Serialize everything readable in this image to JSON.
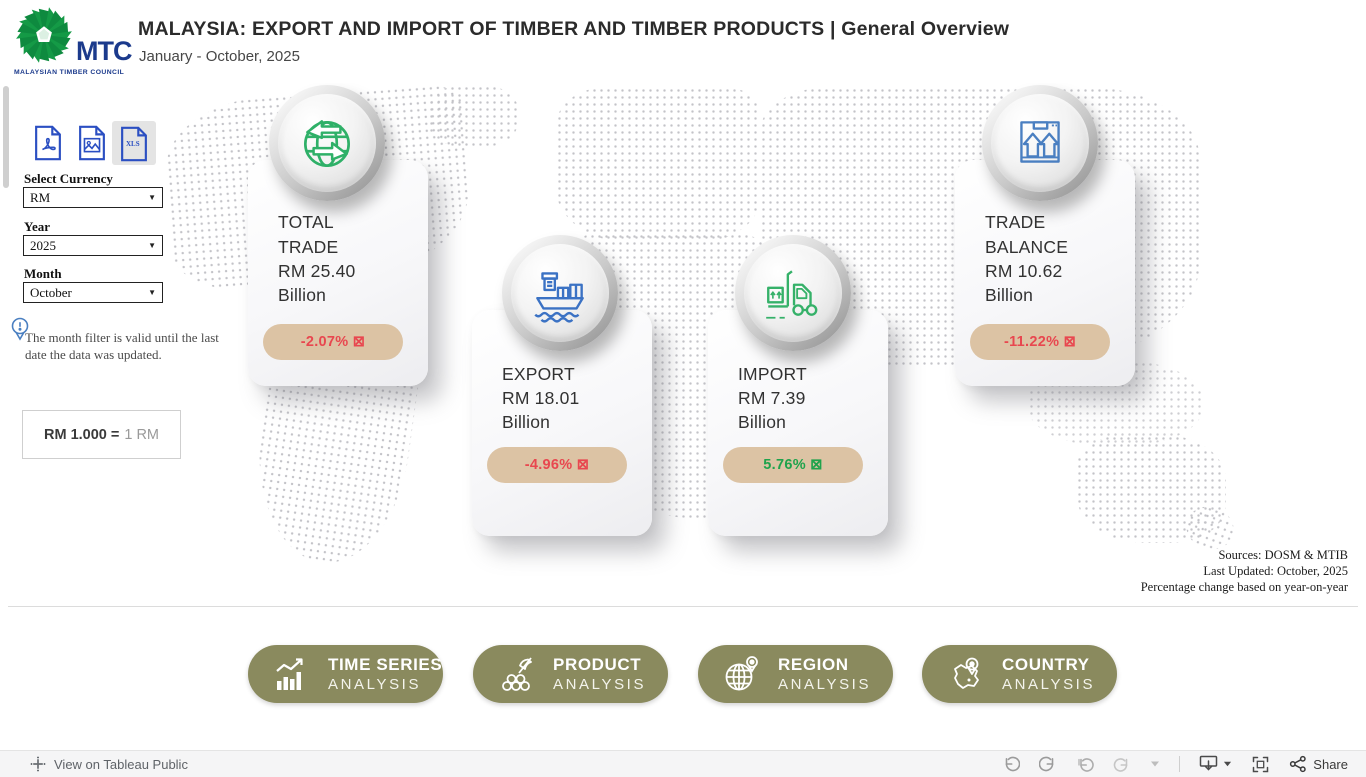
{
  "header": {
    "logo_brand": "MTC",
    "logo_caption": "MALAYSIAN TIMBER COUNCIL",
    "title": "MALAYSIA: EXPORT AND IMPORT OF TIMBER AND TIMBER PRODUCTS | General Overview",
    "subtitle": "January - October, 2025"
  },
  "sidebar": {
    "export_icons": [
      {
        "name": "download-pdf"
      },
      {
        "name": "download-image"
      },
      {
        "name": "download-xls",
        "label": "XLS",
        "selected": true
      }
    ],
    "filters": [
      {
        "label": "Select Currency",
        "value": "RM"
      },
      {
        "label": "Year",
        "value": "2025"
      },
      {
        "label": "Month",
        "value": "October"
      }
    ],
    "note": "The month filter is valid until the last date the data was updated.",
    "conversion": {
      "lhs": "RM 1.000 =",
      "rhs": "1 RM"
    }
  },
  "cards": [
    {
      "title": "TOTAL TRADE",
      "value": "RM 25.40",
      "unit": "Billion",
      "change": "-2.07% ⊠",
      "trend": "negative",
      "icon": "globe-trade-icon"
    },
    {
      "title": "EXPORT",
      "value": "RM 18.01",
      "unit": "Billion",
      "change": "-4.96% ⊠",
      "trend": "negative",
      "icon": "cargo-ship-icon"
    },
    {
      "title": "IMPORT",
      "value": "RM 7.39",
      "unit": "Billion",
      "change": "5.76% ⊠",
      "trend": "positive",
      "icon": "forklift-icon"
    },
    {
      "title": "TRADE BALANCE",
      "value": "RM 10.62",
      "unit": "Billion",
      "change": "-11.22% ⊠",
      "trend": "negative",
      "icon": "shipment-box-icon"
    }
  ],
  "footnotes": {
    "line1": "Sources: DOSM & MTIB",
    "line2": "Last Updated: October, 2025",
    "line3": "Percentage change based on year-on-year"
  },
  "nav_buttons": [
    {
      "line1": "TIME SERIES",
      "line2": "ANALYSIS",
      "icon": "bar-chart-icon"
    },
    {
      "line1": "PRODUCT",
      "line2": "ANALYSIS",
      "icon": "axe-logs-icon"
    },
    {
      "line1": "REGION",
      "line2": "ANALYSIS",
      "icon": "globe-pin-icon"
    },
    {
      "line1": "COUNTRY",
      "line2": "ANALYSIS",
      "icon": "map-pin-icon"
    }
  ],
  "tableau_bar": {
    "view_label": "View on Tableau Public",
    "share_label": "Share"
  },
  "colors": {
    "accent_blue": "#2b4fc2",
    "icon_blue": "#3b72c4",
    "icon_green": "#2fb068",
    "badge_bg": "#dcc3a4",
    "negative": "#e8474f",
    "positive": "#1fa34c",
    "button_olive": "#8a8a5e",
    "map_dots": "#c3c3c8"
  }
}
